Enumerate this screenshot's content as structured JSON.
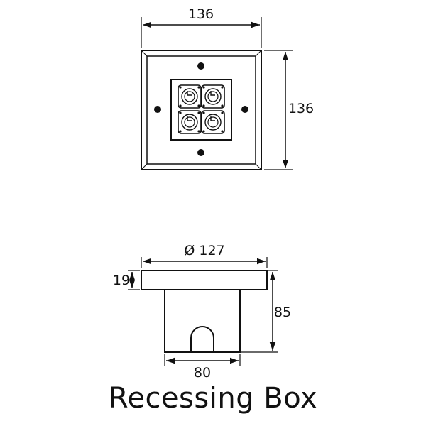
{
  "top_view": {
    "width_label": "136",
    "height_label": "136"
  },
  "side_view": {
    "diameter_label": "Ø 127",
    "flange_label": "19",
    "height_label": "85",
    "base_width_label": "80"
  },
  "caption": "Recessing Box"
}
